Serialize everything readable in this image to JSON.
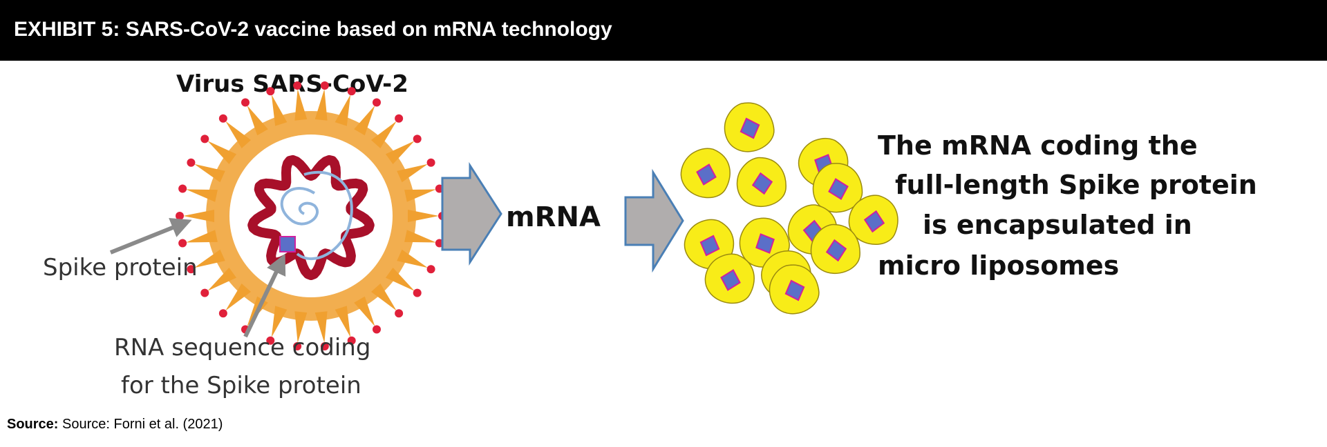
{
  "header": {
    "title": "EXHIBIT 5: SARS-CoV-2 vaccine based on mRNA technology"
  },
  "diagram": {
    "virus_title": "Virus SARS-CoV-2",
    "spike_label": "Spike protein",
    "rna_label_line1": "RNA sequence coding",
    "rna_label_line2": "for the Spike protein",
    "mrna_label": "mRNA",
    "description_lines": [
      "The mRNA coding the",
      "full-length Spike protein",
      "is encapsulated in",
      "micro liposomes"
    ]
  },
  "colors": {
    "header_bg": "#000000",
    "spike_orange": "#f0a030",
    "spike_tip_red": "#e0203a",
    "rna_crimson": "#a8102a",
    "rna_strand_blue": "#8fb4dc",
    "arrow_fill": "#b0adad",
    "arrow_stroke": "#4a7fb5",
    "liposome_yellow": "#f8ec18",
    "liposome_outline": "#9a8a10",
    "mrna_diamond": "#5b6fc8",
    "mrna_diamond_outline": "#d020a0",
    "pointer_gray": "#8a8a8a"
  },
  "source": {
    "label": "Source:",
    "text": "Source: Forni et al. (2021)"
  }
}
